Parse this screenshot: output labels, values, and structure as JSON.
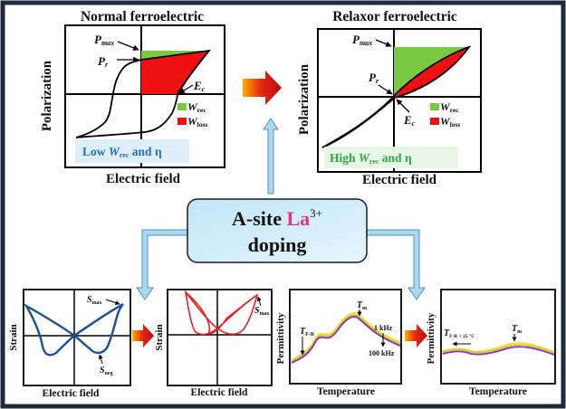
{
  "colors": {
    "frame": "#1d2b3a",
    "axis": "#000000",
    "wrec": "#7ac943",
    "wloss": "#ee1111",
    "connector_fill": "#a7d8f4",
    "connector_stroke": "#5a8fb0",
    "box_top": "#bfe6f7",
    "box_bottom": "#e2f3fb",
    "la_text": "#e5337e",
    "low_badge_bg": "#ddeef8",
    "low_badge_text": "#2570b8",
    "high_badge_bg": "#e8f6e6",
    "high_badge_text": "#2ca84a",
    "strain_normal": "#1f4e96",
    "strain_relaxor": "#e42222",
    "perm_yellow": "#f2e040",
    "perm_olive": "#c9c237",
    "perm_purple": "#8a2cc0"
  },
  "center_box": {
    "line1_prefix": "A-site ",
    "line1_ion": "La",
    "line1_charge": "3+",
    "line2": "doping"
  },
  "normal_panel": {
    "title": "Normal ferroelectric",
    "ylabel": "Polarization",
    "xlabel": "Electric field",
    "p_max": "P",
    "p_max_sub": "max",
    "p_r": "P",
    "p_r_sub": "r",
    "e_c": "E",
    "e_c_sub": "c",
    "legend": [
      {
        "sym": "W",
        "sub": "rec"
      },
      {
        "sym": "W",
        "sub": "loss"
      }
    ],
    "badge": {
      "prefix": "Low ",
      "sym": "W",
      "sub": "rec",
      "suffix": " and η"
    }
  },
  "relaxor_panel": {
    "title": "Relaxor ferroelectric",
    "ylabel": "Polarization",
    "xlabel": "Electric field",
    "p_max": "P",
    "p_max_sub": "max",
    "p_r": "P",
    "p_r_sub": "r",
    "e_c": "E",
    "e_c_sub": "c",
    "legend": [
      {
        "sym": "W",
        "sub": "rec"
      },
      {
        "sym": "W",
        "sub": "loss"
      }
    ],
    "badge": {
      "prefix": "High ",
      "sym": "W",
      "sub": "rec",
      "suffix": " and η"
    }
  },
  "strain_normal": {
    "ylabel": "Strain",
    "xlabel": "Electric field",
    "s_max": "S",
    "s_max_sub": "max",
    "s_neg": "S",
    "s_neg_sub": "neg"
  },
  "strain_relaxor": {
    "ylabel": "Strain",
    "xlabel": "Electric field",
    "s_max": "S",
    "s_max_sub": "max"
  },
  "perm_normal": {
    "ylabel": "Permittivity",
    "xlabel": "Temperature",
    "t_fr": "T",
    "t_fr_sub": "F-R",
    "t_m": "T",
    "t_m_sub": "m",
    "freq_high": "1 kHz",
    "freq_low": "100 kHz"
  },
  "perm_relaxor": {
    "ylabel": "Permittivity",
    "xlabel": "Temperature",
    "t_fr": "T",
    "t_fr_sub": "F-R < 25 °C",
    "t_m": "T",
    "t_m_sub": "m"
  }
}
